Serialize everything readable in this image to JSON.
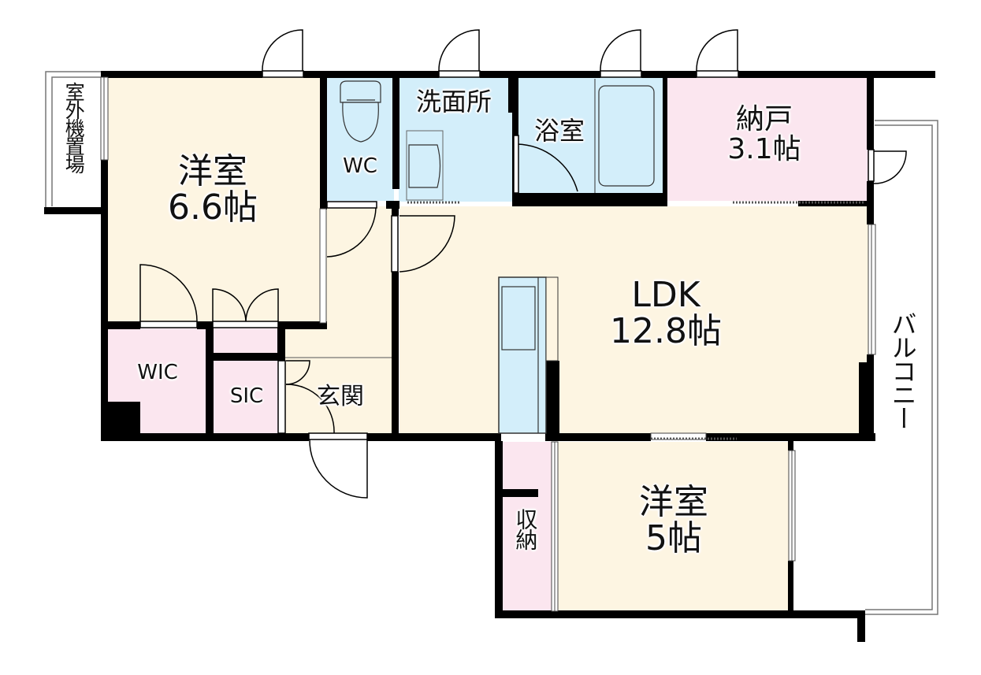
{
  "floor_plan": {
    "colors": {
      "room_beige": "#fdf5e2",
      "wet_blue": "#d3eefa",
      "storage_pink": "#fbe6ef",
      "wall": "#000000",
      "background": "#ffffff"
    },
    "rooms": [
      {
        "id": "western-room-1",
        "name": "洋室",
        "size": "6.6帖"
      },
      {
        "id": "wc",
        "name": "WC"
      },
      {
        "id": "washroom",
        "name": "洗面所"
      },
      {
        "id": "bathroom",
        "name": "浴室"
      },
      {
        "id": "storeroom",
        "name": "納戸",
        "size": "3.1帖"
      },
      {
        "id": "ldk",
        "name": "LDK",
        "size": "12.8帖"
      },
      {
        "id": "wic",
        "name": "WIC"
      },
      {
        "id": "sic",
        "name": "SIC"
      },
      {
        "id": "entrance",
        "name": "玄関"
      },
      {
        "id": "western-room-2",
        "name": "洋室",
        "size": "5帖"
      },
      {
        "id": "closet",
        "name": "収納"
      }
    ],
    "outdoor": {
      "ac_unit_space": "室外機置場",
      "balcony": "バルコニー"
    }
  }
}
